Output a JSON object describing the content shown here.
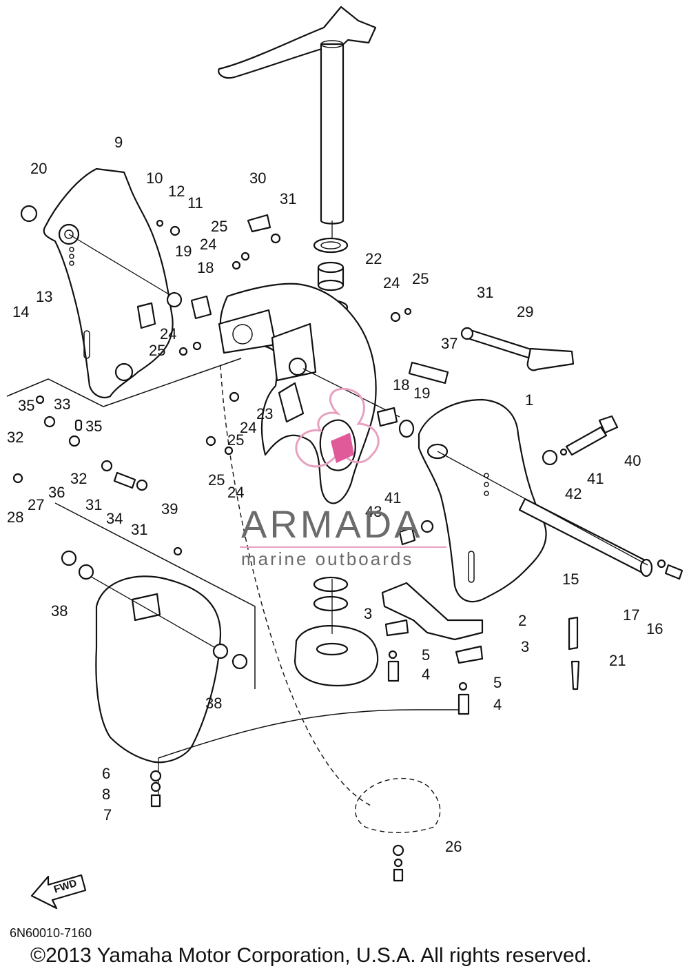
{
  "diagram": {
    "labels": [
      "1",
      "2",
      "3",
      "3",
      "4",
      "4",
      "5",
      "5",
      "6",
      "7",
      "8",
      "9",
      "10",
      "11",
      "12",
      "13",
      "14",
      "15",
      "16",
      "17",
      "18",
      "18",
      "19",
      "19",
      "20",
      "21",
      "22",
      "23",
      "24",
      "24",
      "24",
      "24",
      "25",
      "25",
      "25",
      "25",
      "26",
      "27",
      "28",
      "29",
      "30",
      "31",
      "31",
      "31",
      "31",
      "32",
      "32",
      "33",
      "34",
      "35",
      "35",
      "36",
      "37",
      "38",
      "38",
      "39",
      "40",
      "41",
      "41",
      "42",
      "43"
    ],
    "part_code": "6N60010-7160",
    "fwd_label": "FWD"
  },
  "watermark": {
    "brand": "ARMADA",
    "tagline": "marine outboards",
    "colors": {
      "text": "#6b6b6b",
      "logo": "#e8a0c0",
      "logo_fill": "#e05a9a"
    }
  },
  "footer": {
    "copyright": "©2013 Yamaha Motor Corporation, U.S.A. All rights reserved."
  }
}
